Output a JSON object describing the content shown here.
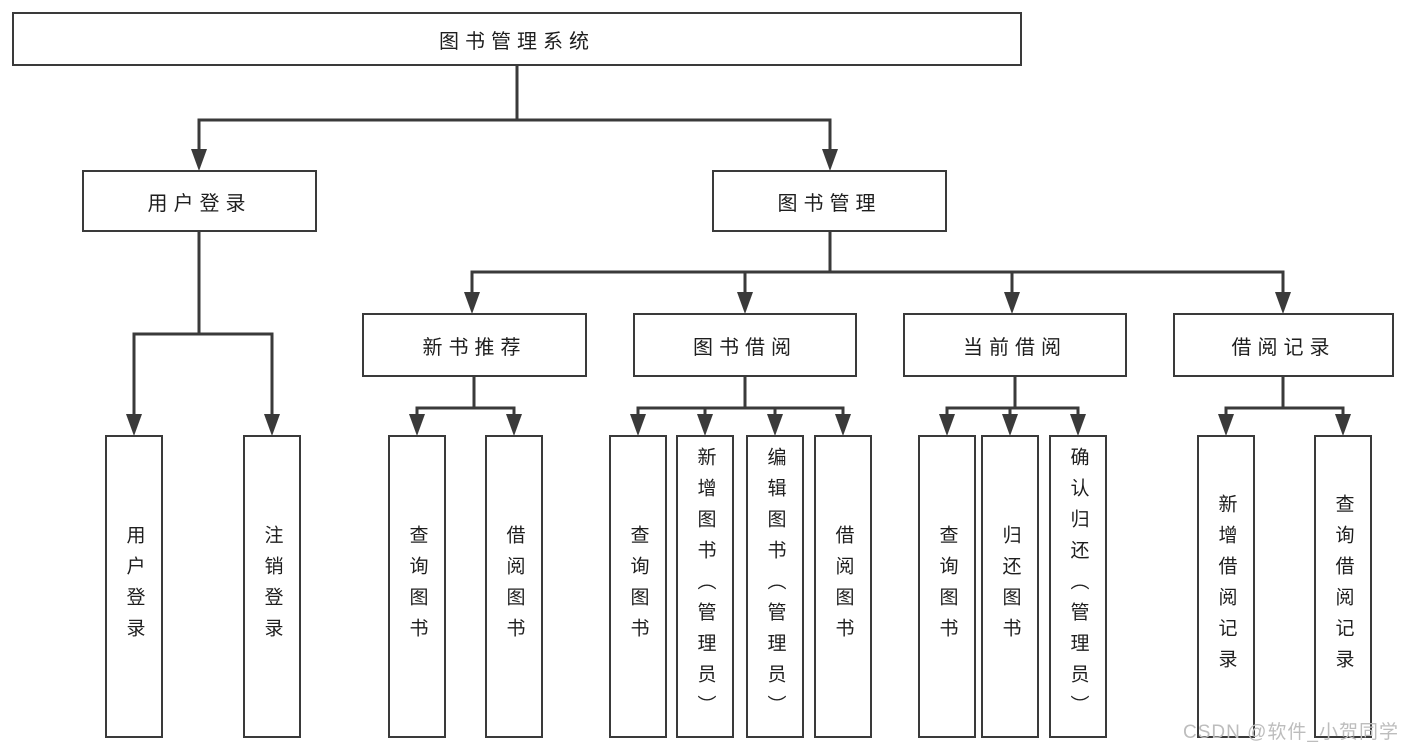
{
  "nodes": {
    "root": {
      "label": "图书管理系统"
    },
    "user_login": {
      "label": "用户登录"
    },
    "book_management": {
      "label": "图书管理"
    },
    "new_book_rec": {
      "label": "新书推荐"
    },
    "book_borrow": {
      "label": "图书借阅"
    },
    "current_borrow": {
      "label": "当前借阅"
    },
    "borrow_records": {
      "label": "借阅记录"
    }
  },
  "leaves": {
    "user_login": [
      "用户登录",
      "注销登录"
    ],
    "new_book_rec": [
      "查询图书",
      "借阅图书"
    ],
    "book_borrow": [
      "查询图书",
      "新增图书（管理员）",
      "编辑图书（管理员）",
      "借阅图书"
    ],
    "current_borrow": [
      "查询图书",
      "归还图书",
      "确认归还（管理员）"
    ],
    "borrow_records": [
      "新增借阅记录",
      "查询借阅记录"
    ]
  },
  "watermark": {
    "text": "CSDN @软件_小贺同学"
  },
  "colors": {
    "line": "#3a3a3a",
    "text": "#1e1e1e",
    "box_fill": "#ffffff",
    "background": "#ffffff",
    "watermark": "#bdbdbd"
  }
}
